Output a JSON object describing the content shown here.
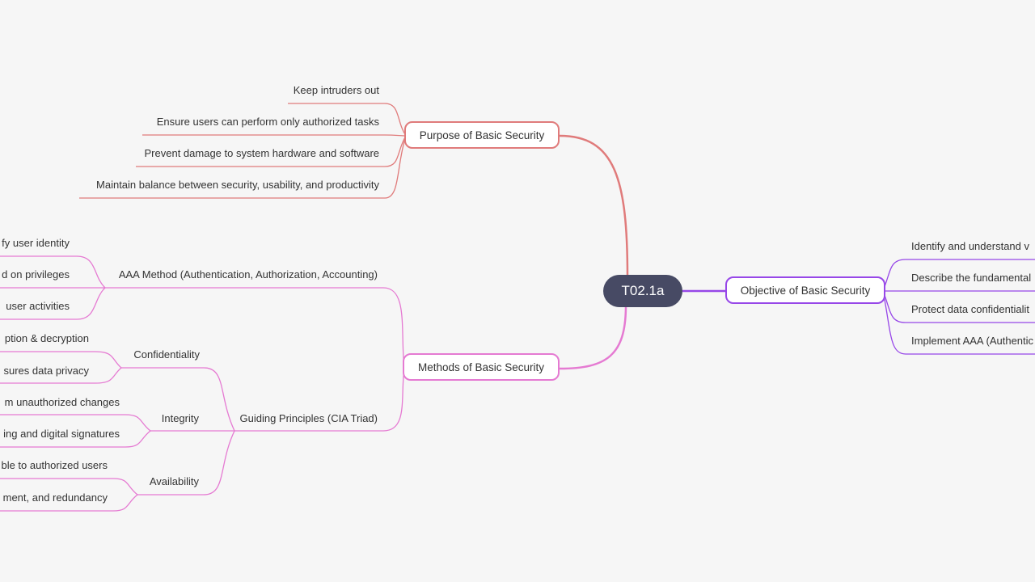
{
  "root": {
    "label": "T02.1a"
  },
  "colors": {
    "root_bg": "#474a64",
    "purpose": "#e07b7b",
    "methods": "#e57ad2",
    "objective": "#9747e8"
  },
  "purpose": {
    "label": "Purpose of Basic Security",
    "items": [
      "Keep intruders out",
      "Ensure users can perform only authorized tasks",
      "Prevent damage to system hardware and software",
      "Maintain balance between security, usability, and productivity"
    ]
  },
  "methods": {
    "label": "Methods of Basic Security",
    "aaa": {
      "label": "AAA Method (Authentication, Authorization, Accounting)",
      "items": [
        "fy user identity",
        "d on privileges",
        "user activities"
      ]
    },
    "cia": {
      "label": "Guiding Principles (CIA Triad)",
      "confidentiality": {
        "label": "Confidentiality",
        "items": [
          "ption & decryption",
          "sures data privacy"
        ]
      },
      "integrity": {
        "label": "Integrity",
        "items": [
          "m unauthorized changes",
          "ing and digital signatures"
        ]
      },
      "availability": {
        "label": "Availability",
        "items": [
          "ble to authorized users",
          "ment, and redundancy"
        ]
      }
    }
  },
  "objective": {
    "label": "Objective of Basic Security",
    "items": [
      "Identify and understand v",
      "Describe the fundamental",
      "Protect data confidentialit",
      "Implement AAA (Authentic"
    ]
  }
}
